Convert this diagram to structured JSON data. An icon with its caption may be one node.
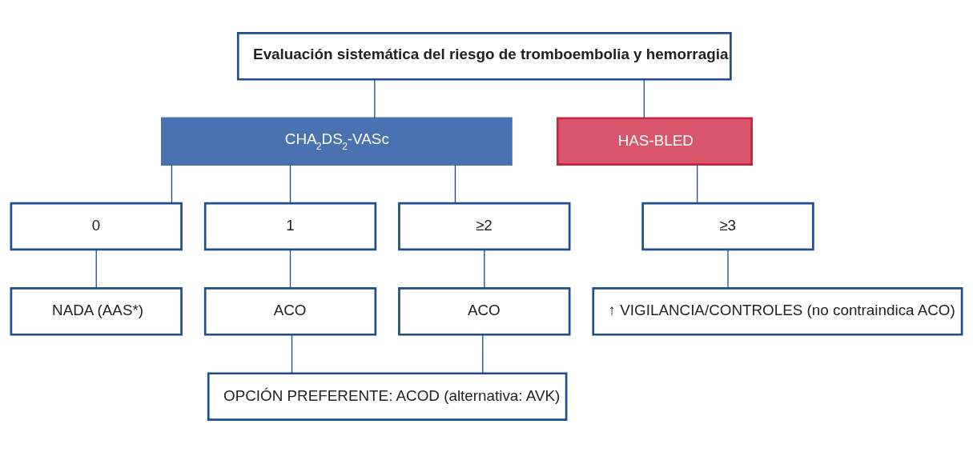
{
  "diagram": {
    "nodes": [
      {
        "text": [
          "Evaluación sistemática del riesgo de tromboembolia y hemorragia"
        ]
      },
      {
        "text": [
          "CHA$_{2}$DS$_{2}$-VASc"
        ]
      },
      {
        "text": [
          "HAS-BLED"
        ]
      },
      {
        "text": [
          "0"
        ]
      },
      {
        "text": [
          "1"
        ]
      },
      {
        "text": [
          "≥2"
        ]
      },
      {
        "text": [
          "≥3"
        ]
      },
      {
        "text": [
          "NADA (AAS*)"
        ]
      },
      {
        "text": [
          "ACO"
        ]
      },
      {
        "text": [
          "ACO"
        ]
      },
      {
        "text": [
          "OPCIÓN PREFERENTE: ACOD (alternativa: AVK)"
        ]
      },
      {
        "text": [
          "↑ VIGILANCIA/CONTROLES (no contraindica ACO)"
        ]
      }
    ],
    "edges": [
      {
        "from": 0,
        "to": 1,
        "arrow": "none"
      },
      {
        "from": 0,
        "to": 2,
        "arrow": "none"
      },
      {
        "from": 1,
        "to": 3,
        "arrow": "none"
      },
      {
        "from": 1,
        "to": 4,
        "arrow": "none"
      },
      {
        "from": 1,
        "to": 5,
        "arrow": "none"
      },
      {
        "from": 2,
        "to": 6,
        "arrow": "none"
      },
      {
        "from": 3,
        "to": 7,
        "arrow": "none"
      },
      {
        "from": 4,
        "to": 8,
        "arrow": "none"
      },
      {
        "from": 5,
        "to": 9,
        "arrow": "none"
      },
      {
        "from": 8,
        "to": 10,
        "arrow": "none"
      },
      {
        "from": 9,
        "to": 10,
        "arrow": "none"
      },
      {
        "from": 6,
        "to": 11,
        "arrow": "none"
      }
    ]
  }
}
